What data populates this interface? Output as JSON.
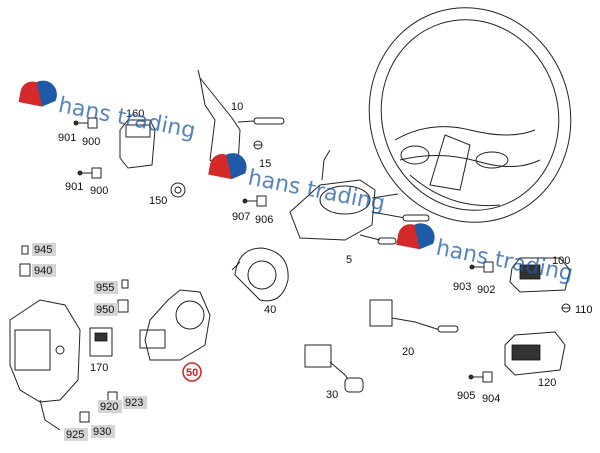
{
  "diagram": {
    "highlight_color": "#d32a2a",
    "watermark_color": "#1f5aa8",
    "watermark_logo_color": "#d42a2a",
    "watermark_text": "hans trading",
    "labels": {
      "p10": "10",
      "p15": "15",
      "p160": "160",
      "p900a": "900",
      "p901a": "901",
      "p900b": "900",
      "p901b": "901",
      "p150": "150",
      "p907": "907",
      "p906": "906",
      "p5": "5",
      "p945": "945",
      "p940": "940",
      "p955": "955",
      "p950": "950",
      "p170": "170",
      "p50": "50",
      "p40": "40",
      "p100": "100",
      "p903": "903",
      "p902": "902",
      "p110": "110",
      "p20": "20",
      "p30": "30",
      "p120": "120",
      "p905": "905",
      "p904": "904",
      "p920": "920",
      "p923": "923",
      "p925": "925",
      "p930": "930"
    }
  }
}
